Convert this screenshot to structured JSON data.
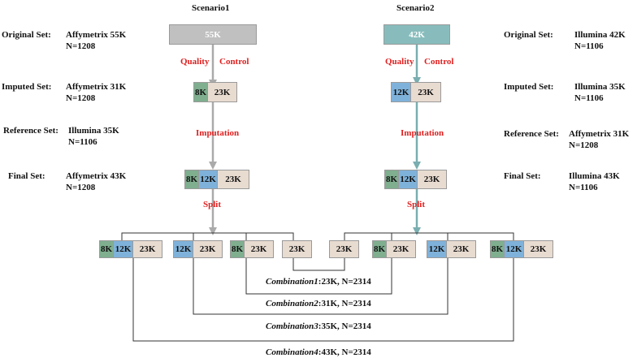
{
  "colors": {
    "grey_box": "#c0c0c0",
    "teal_box": "#88bcbc",
    "green": "#7faf8f",
    "blue": "#7fb2da",
    "beige": "#e8dbd0",
    "red_text": "#e02020",
    "grey_arrow": "#aaaaaa",
    "teal_arrow": "#7aaeb0"
  },
  "scenario1": {
    "title": "Scenario1",
    "original_box": "55K",
    "qc_word1": "Quality",
    "qc_word2": "Control",
    "imputed_green": "8K",
    "imputed_beige": "23K",
    "imputation": "Imputation",
    "final_green": "8K",
    "final_blue": "12K",
    "final_beige": "23K",
    "split": "Split",
    "labels": {
      "original_key": "Original Set:",
      "original_val1": "Affymetrix 55K",
      "original_val2": "N=1208",
      "imputed_key": "Imputed Set:",
      "imputed_val1": "Affymetrix 31K",
      "imputed_val2": "N=1208",
      "reference_key": "Reference Set:",
      "reference_val1": "Illumina 35K",
      "reference_val2": "N=1106",
      "final_key": "Final Set:",
      "final_val1": "Affymetrix 43K",
      "final_val2": "N=1208"
    }
  },
  "scenario2": {
    "title": "Scenario2",
    "original_box": "42K",
    "qc_word1": "Quality",
    "qc_word2": "Control",
    "imputed_blue": "12K",
    "imputed_beige": "23K",
    "imputation": "Imputation",
    "final_green": "8K",
    "final_blue": "12K",
    "final_beige": "23K",
    "split": "Split",
    "labels": {
      "original_key": "Original Set:",
      "original_val1": "Illumina 42K",
      "original_val2": "N=1106",
      "imputed_key": "Imputed Set:",
      "imputed_val1": "Illumina 35K",
      "imputed_val2": "N=1106",
      "reference_key": "Reference Set:",
      "reference_val1": "Affymetrix 31K",
      "reference_val2": "N=1208",
      "final_key": "Final Set:",
      "final_val1": "Illumina 43K",
      "final_val2": "N=1106"
    }
  },
  "split_row": {
    "g1": {
      "green": "8K",
      "blue": "12K",
      "beige": "23K"
    },
    "g2": {
      "blue": "12K",
      "beige": "23K"
    },
    "g3": {
      "green": "8K",
      "beige": "23K"
    },
    "g4": {
      "beige": "23K"
    },
    "g5": {
      "beige": "23K"
    },
    "g6": {
      "green": "8K",
      "beige": "23K"
    },
    "g7": {
      "blue": "12K",
      "beige": "23K"
    },
    "g8": {
      "green": "8K",
      "blue": "12K",
      "beige": "23K"
    }
  },
  "combinations": [
    {
      "name": "Combination1",
      "detail": ":23K, N=2314"
    },
    {
      "name": "Combination2",
      "detail": ":31K, N=2314"
    },
    {
      "name": "Combination3",
      "detail": ":35K, N=2314"
    },
    {
      "name": "Combination4",
      "detail": ":43K, N=2314"
    }
  ]
}
